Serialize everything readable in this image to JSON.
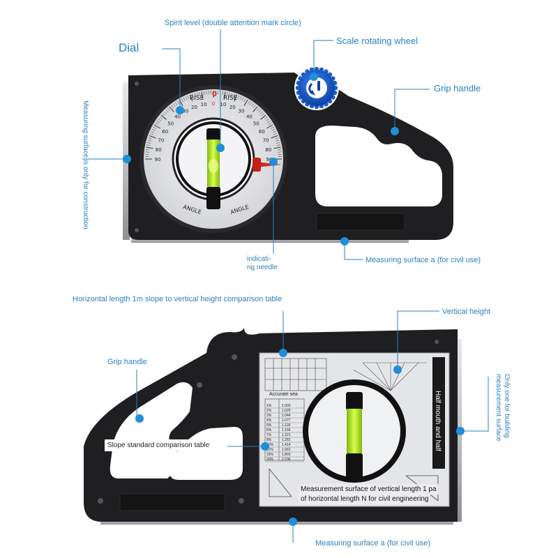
{
  "top_device": {
    "labels": {
      "spirit_level": "Spirit level (double attention mark circle)",
      "dial": "Dial",
      "scale_wheel": "Scale rotating wheel",
      "grip_handle": "Grip handle",
      "measuring_surface_note": "Measuring surface is only for construction",
      "indicating_needle": "indicati-\nng needle",
      "measuring_surface_a": "Measuring surface a (for civil use)"
    },
    "dial": {
      "rise": "RISE",
      "angle": "ANGLE",
      "zero": "0",
      "scale_top": [
        "90",
        "80",
        "70",
        "60",
        "50",
        "40",
        "30",
        "20",
        "10",
        "0",
        "10",
        "20",
        "30",
        "40",
        "50",
        "60",
        "70",
        "80",
        "90"
      ]
    }
  },
  "bottom_device": {
    "labels": {
      "horizontal_table": "Horizontal length 1m slope to vertical height comparison table",
      "vertical_height": "Vertical height",
      "grip_handle": "Grip handle",
      "building_surface_note": "Only one for building measurement surface",
      "slope_table": "Slope standard comparison table",
      "measurement_surface_desc_1": "Measurement surface of vertical length 1 pa",
      "measurement_surface_desc_2": "of horizontal length N for civil engineering",
      "measuring_surface_a": "Measuring surface a (for civil use)"
    },
    "plate": {
      "side_text": "Half mouth and half",
      "accurate_label": "Accurate sea",
      "table_rows": [
        [
          "1%",
          "1.000"
        ],
        [
          "2%",
          "1.020"
        ],
        [
          "3%",
          "1.044"
        ],
        [
          "4%",
          "1.077"
        ],
        [
          "5%",
          "1.118"
        ],
        [
          "6%",
          "1.166"
        ],
        [
          "7%",
          "1.221"
        ],
        [
          "8%",
          "1.281"
        ],
        [
          "10%",
          "1.414"
        ],
        [
          "12%",
          "1.562"
        ],
        [
          "15%",
          "1.803"
        ],
        [
          "20%",
          "2.236"
        ]
      ]
    }
  },
  "colors": {
    "accent": "#2a7fc0",
    "dot": "#1e8fd8",
    "body": "#1c1c1e",
    "wheel": "#1a5fd0",
    "bubble": "#b8f21c"
  }
}
